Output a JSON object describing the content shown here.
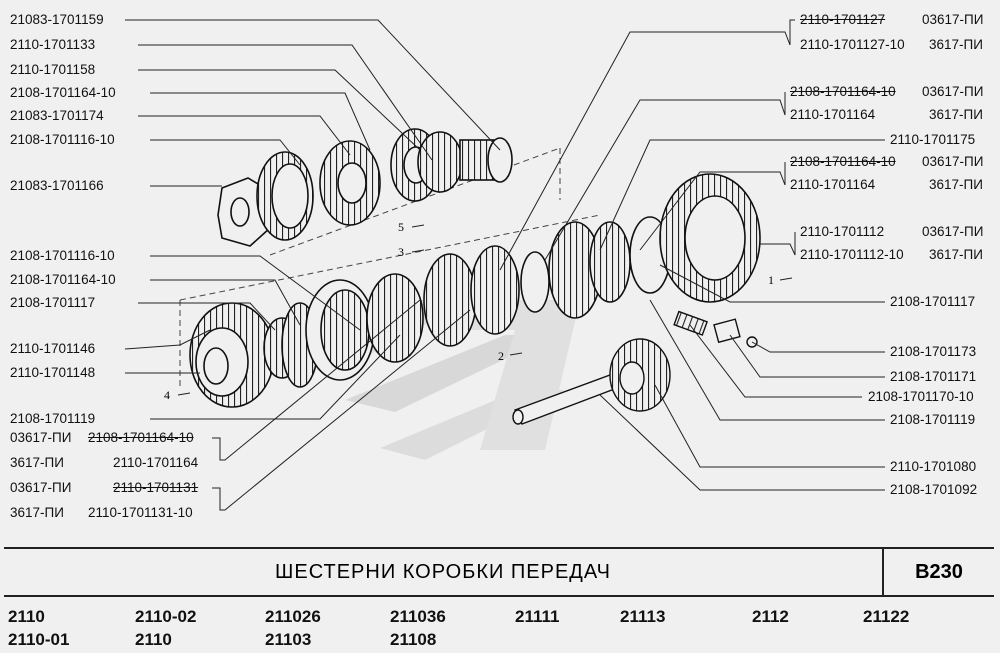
{
  "left_labels": [
    {
      "text": "21083-1701159",
      "strike": false
    },
    {
      "text": "2110-1701133",
      "strike": false
    },
    {
      "text": "2110-1701158",
      "strike": false
    },
    {
      "text": "2108-1701164-10",
      "strike": false
    },
    {
      "text": "21083-1701174",
      "strike": false
    },
    {
      "text": "2108-1701116-10",
      "strike": false
    },
    {
      "text": "21083-1701166",
      "strike": false
    },
    {
      "text": "2108-1701116-10",
      "strike": false
    },
    {
      "text": "2108-1701164-10",
      "strike": false
    },
    {
      "text": "2108-1701117",
      "strike": false
    },
    {
      "text": "2110-1701146",
      "strike": false
    },
    {
      "text": "2110-1701148",
      "strike": false
    },
    {
      "text": "2108-1701119",
      "strike": false
    }
  ],
  "left_pairs": [
    {
      "code": "03617-ПИ",
      "part": "2108-1701164-10",
      "strike": true
    },
    {
      "code": "3617-ПИ",
      "part": "2110-1701164",
      "strike": false
    },
    {
      "code": "03617-ПИ",
      "part": "2110-1701131",
      "strike": true
    },
    {
      "code": "3617-ПИ",
      "part": "2110-1701131-10",
      "strike": false
    }
  ],
  "right_pairs": [
    {
      "part": "2110-1701127",
      "code": "03617-ПИ",
      "strike": true
    },
    {
      "part": "2110-1701127-10",
      "code": "3617-ПИ",
      "strike": false
    },
    {
      "part": "2108-1701164-10",
      "code": "03617-ПИ",
      "strike": true
    },
    {
      "part": "2110-1701164",
      "code": "3617-ПИ",
      "strike": false
    },
    {
      "part": "2108-1701164-10",
      "code": "03617-ПИ",
      "strike": true
    },
    {
      "part": "2110-1701164",
      "code": "3617-ПИ",
      "strike": false
    },
    {
      "part": "2110-1701112",
      "code": "03617-ПИ",
      "strike": false
    },
    {
      "part": "2110-1701112-10",
      "code": "3617-ПИ",
      "strike": false
    }
  ],
  "right_labels": [
    {
      "text": "2110-1701175"
    },
    {
      "text": "2108-1701117"
    },
    {
      "text": "2108-1701173"
    },
    {
      "text": "2108-1701171"
    },
    {
      "text": "2108-1701170-10"
    },
    {
      "text": "2108-1701119"
    },
    {
      "text": "2110-1701080"
    },
    {
      "text": "2108-1701092"
    }
  ],
  "gear_markers": [
    "1",
    "2",
    "3",
    "4",
    "5"
  ],
  "title": "ШЕСТЕРНИ КОРОБКИ ПЕРЕДАЧ",
  "page_code": "В230",
  "models_row1": [
    "2110",
    "2110-02",
    "211026",
    "211036",
    "21111",
    "21113",
    "2112",
    "21122"
  ],
  "models_row2": [
    "2110-01",
    "2110",
    "21103",
    "21108"
  ]
}
